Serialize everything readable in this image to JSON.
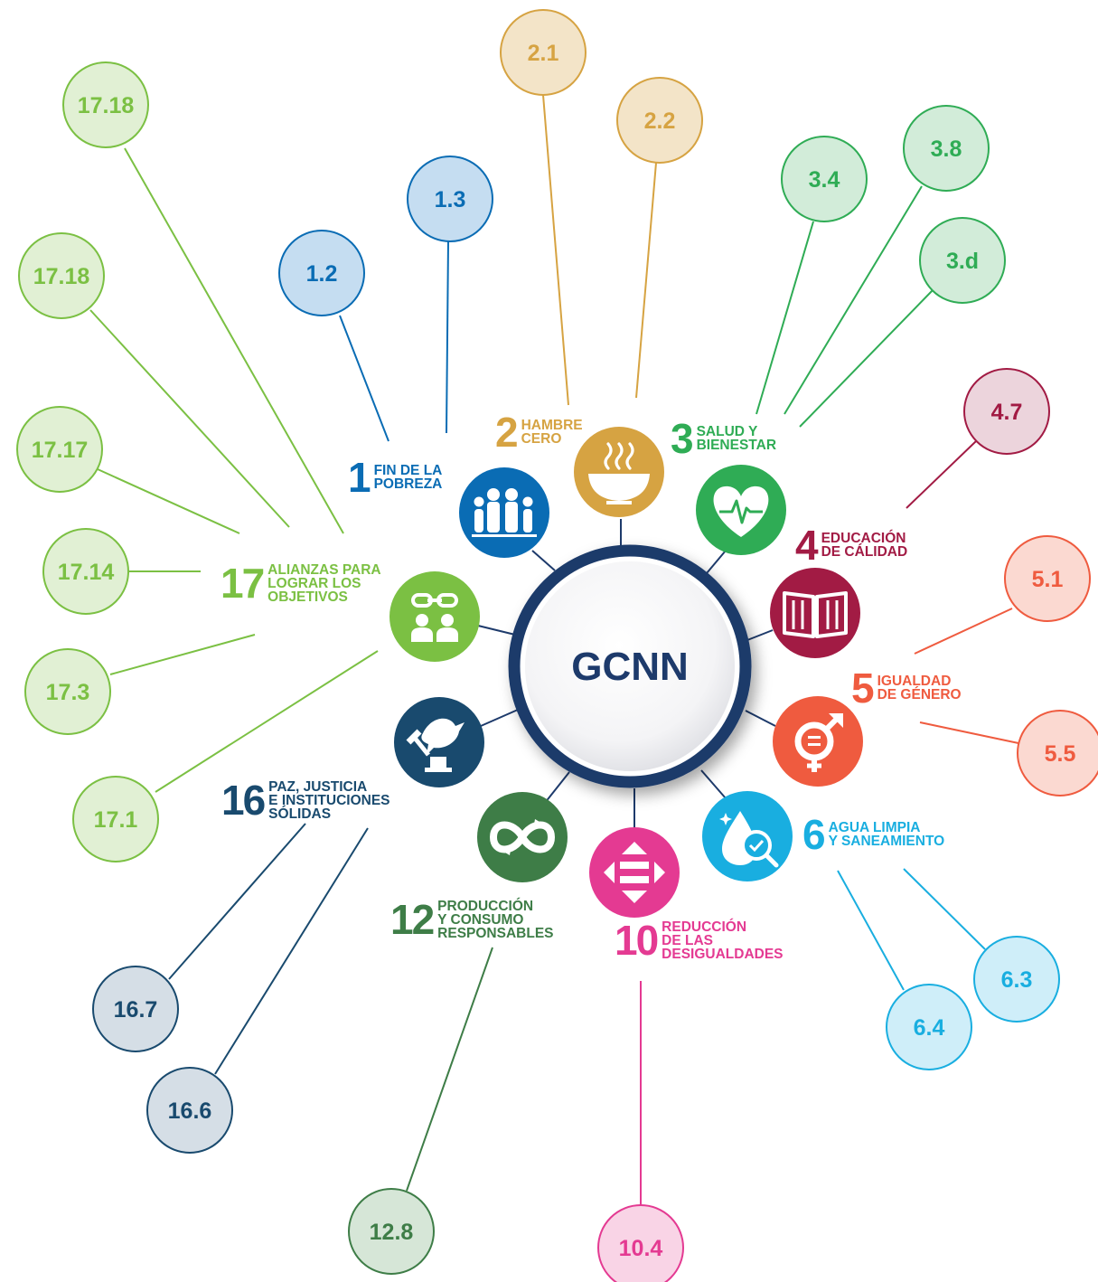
{
  "center": {
    "label": "GCNN",
    "color": "#1d3a6b"
  },
  "goals": [
    {
      "id": "g1",
      "number": "1",
      "lines": [
        "FIN DE LA",
        "POBREZA"
      ],
      "color": "#0a6cb4",
      "icon": "family-icon",
      "targets": [
        {
          "label": "1.2",
          "fill": "#c5ddf1"
        },
        {
          "label": "1.3",
          "fill": "#c5ddf1"
        }
      ]
    },
    {
      "id": "g2",
      "number": "2",
      "lines": [
        "HAMBRE",
        "CERO"
      ],
      "color": "#d6a342",
      "icon": "soup-bowl-icon",
      "targets": [
        {
          "label": "2.1",
          "fill": "#f3e4c8"
        },
        {
          "label": "2.2",
          "fill": "#f3e4c8"
        }
      ]
    },
    {
      "id": "g3",
      "number": "3",
      "lines": [
        "SALUD Y",
        "BIENESTAR"
      ],
      "color": "#2fac55",
      "icon": "heartbeat-icon",
      "targets": [
        {
          "label": "3.4",
          "fill": "#d2ecd9"
        },
        {
          "label": "3.8",
          "fill": "#d2ecd9"
        },
        {
          "label": "3.d",
          "fill": "#d2ecd9"
        }
      ]
    },
    {
      "id": "g4",
      "number": "4",
      "lines": [
        "EDUCACIÓN",
        "DE CÁLIDAD"
      ],
      "color": "#a21b44",
      "icon": "open-book-icon",
      "targets": [
        {
          "label": "4.7",
          "fill": "#ecd4dc"
        }
      ]
    },
    {
      "id": "g5",
      "number": "5",
      "lines": [
        "IGUALDAD",
        "DE GÉNERO"
      ],
      "color": "#ef5b3f",
      "icon": "gender-equality-icon",
      "targets": [
        {
          "label": "5.1",
          "fill": "#fbd9d1"
        },
        {
          "label": "5.5",
          "fill": "#fbd9d1"
        }
      ]
    },
    {
      "id": "g6",
      "number": "6",
      "lines": [
        "AGUA LIMPIA",
        "Y SANEAMIENTO"
      ],
      "color": "#19aee0",
      "icon": "water-drop-icon",
      "targets": [
        {
          "label": "6.3",
          "fill": "#cfeef9"
        },
        {
          "label": "6.4",
          "fill": "#cfeef9"
        }
      ]
    },
    {
      "id": "g10",
      "number": "10",
      "lines": [
        "REDUCCIÓN",
        "DE LAS",
        "DESIGUALDADES"
      ],
      "color": "#e43a92",
      "icon": "reduced-inequalities-icon",
      "targets": [
        {
          "label": "10.4",
          "fill": "#f9d4e6"
        }
      ]
    },
    {
      "id": "g12",
      "number": "12",
      "lines": [
        "PRODUCCIÓN",
        "Y CONSUMO",
        "RESPONSABLES"
      ],
      "color": "#3e7d47",
      "icon": "infinity-loop-icon",
      "targets": [
        {
          "label": "12.8",
          "fill": "#d6e6d7"
        }
      ]
    },
    {
      "id": "g16",
      "number": "16",
      "lines": [
        "PAZ, JUSTICIA",
        "E INSTITUCIONES",
        "SÓLIDAS"
      ],
      "color": "#194a6e",
      "icon": "dove-gavel-icon",
      "targets": [
        {
          "label": "16.7",
          "fill": "#d5dee6"
        },
        {
          "label": "16.6",
          "fill": "#d5dee6"
        }
      ]
    },
    {
      "id": "g17",
      "number": "17",
      "lines": [
        "ALIANZAS PARA",
        "LOGRAR LOS",
        "OBJETIVOS"
      ],
      "color": "#7bc043",
      "icon": "partnership-icon",
      "targets": [
        {
          "label": "17.18",
          "fill": "#e1f0d4"
        },
        {
          "label": "17.18",
          "fill": "#e1f0d4"
        },
        {
          "label": "17.17",
          "fill": "#e1f0d4"
        },
        {
          "label": "17.14",
          "fill": "#e1f0d4"
        },
        {
          "label": "17.3",
          "fill": "#e1f0d4"
        },
        {
          "label": "17.1",
          "fill": "#e1f0d4"
        }
      ]
    }
  ]
}
